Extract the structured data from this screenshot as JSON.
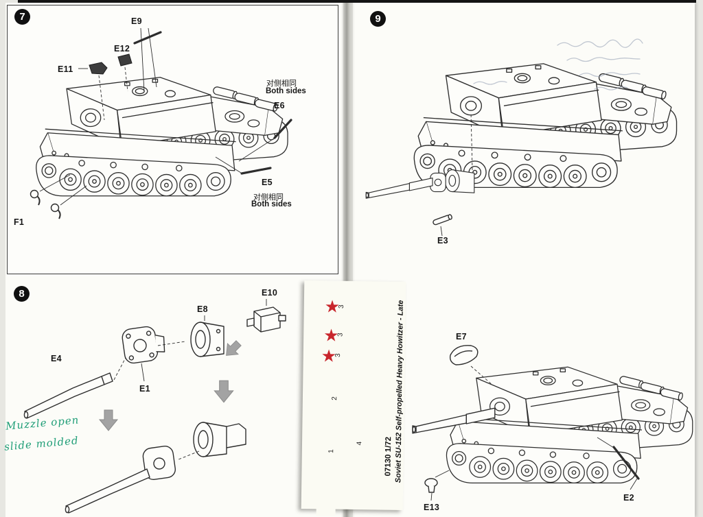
{
  "step7": {
    "badge": "7",
    "labels": {
      "e9": "E9",
      "e12": "E12",
      "e11": "E11",
      "e6": "E6",
      "e5": "E5",
      "f1": "F1"
    },
    "note_top": {
      "cn": "对侧相同",
      "en": "Both sides"
    },
    "note_bottom": {
      "cn": "对侧相同",
      "en": "Both sides"
    }
  },
  "step8": {
    "badge": "8",
    "labels": {
      "e4": "E4",
      "e1": "E1",
      "e8": "E8",
      "e10": "E10"
    },
    "handwriting": {
      "line1": "Muzzle open",
      "line2": "slide molded",
      "color": "#1f9e77"
    }
  },
  "step9": {
    "badge": "9",
    "labels": {
      "e3": "E3"
    }
  },
  "bottom_right": {
    "labels": {
      "e7": "E7",
      "e13": "E13",
      "e2": "E2"
    }
  },
  "decal_sheet": {
    "code": "07130 1/72",
    "title": "Soviet SU-152 Self-propelled Heavy Howitzer - Late",
    "star_icon": "★",
    "star_color": "#c8262c",
    "numbers": {
      "n3a": "3",
      "n3b": "3",
      "n3c": "3",
      "n2": "2",
      "n1": "1",
      "n4": "4"
    }
  }
}
